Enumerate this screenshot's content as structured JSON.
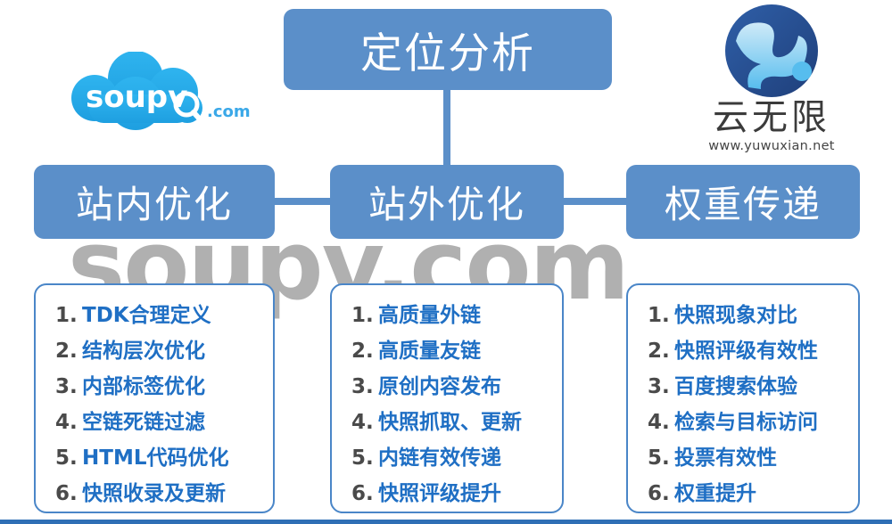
{
  "page": {
    "watermark": "soupv.com",
    "accent_blue": "#5b8fc9",
    "text_blue": "#1f6fc4",
    "number_gray": "#4a4a4a",
    "watermark_gray": "#b0b0b0"
  },
  "logos": {
    "left": {
      "name": "soupv-logo",
      "wordmark": "soupv",
      "tld": ".com"
    },
    "right": {
      "name": "yuwuxian-logo",
      "cn_name": "云无限",
      "url": "www.yuwuxian.net"
    }
  },
  "diagram": {
    "root": {
      "label": "定位分析"
    },
    "branches": [
      {
        "label": "站内优化",
        "items": [
          {
            "num": "1.",
            "text": "TDK合理定义"
          },
          {
            "num": "2.",
            "text": "结构层次优化"
          },
          {
            "num": "3.",
            "text": "内部标签优化"
          },
          {
            "num": "4.",
            "text": "空链死链过滤"
          },
          {
            "num": "5.",
            "text": "HTML代码优化"
          },
          {
            "num": "6.",
            "text": "快照收录及更新"
          }
        ]
      },
      {
        "label": "站外优化",
        "items": [
          {
            "num": "1.",
            "text": "高质量外链"
          },
          {
            "num": "2.",
            "text": "高质量友链"
          },
          {
            "num": "3.",
            "text": "原创内容发布"
          },
          {
            "num": "4.",
            "text": "快照抓取、更新"
          },
          {
            "num": "5.",
            "text": "内链有效传递"
          },
          {
            "num": "6.",
            "text": "快照评级提升"
          }
        ]
      },
      {
        "label": "权重传递",
        "items": [
          {
            "num": "1.",
            "text": "快照现象对比"
          },
          {
            "num": "2.",
            "text": "快照评级有效性"
          },
          {
            "num": "3.",
            "text": "百度搜索体验"
          },
          {
            "num": "4.",
            "text": "检索与目标访问"
          },
          {
            "num": "5.",
            "text": "投票有效性"
          },
          {
            "num": "6.",
            "text": "权重提升"
          }
        ]
      }
    ]
  }
}
